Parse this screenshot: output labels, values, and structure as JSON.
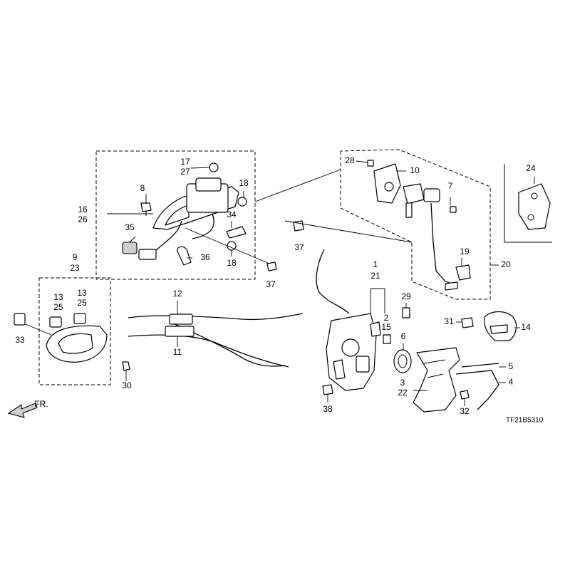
{
  "diagram_code": "TF21B5310",
  "front_indicator": "FR.",
  "labels": {
    "l1": "1",
    "l2": "2",
    "l3": "3",
    "l4": "4",
    "l5": "5",
    "l6": "6",
    "l7": "7",
    "l8": "8",
    "l9": "9",
    "l10": "10",
    "l11": "11",
    "l12": "12",
    "l13a": "13",
    "l13b": "13",
    "l14": "14",
    "l15": "15",
    "l16": "16",
    "l17": "17",
    "l18a": "18",
    "l18b": "18",
    "l19": "19",
    "l20": "20",
    "l21": "21",
    "l22": "22",
    "l23": "23",
    "l24": "24",
    "l25a": "25",
    "l25b": "25",
    "l26": "26",
    "l27": "27",
    "l28": "28",
    "l29": "29",
    "l30": "30",
    "l31": "31",
    "l32": "32",
    "l33": "33",
    "l34": "34",
    "l35": "35",
    "l36": "36",
    "l37a": "37",
    "l37b": "37",
    "l38": "38"
  }
}
